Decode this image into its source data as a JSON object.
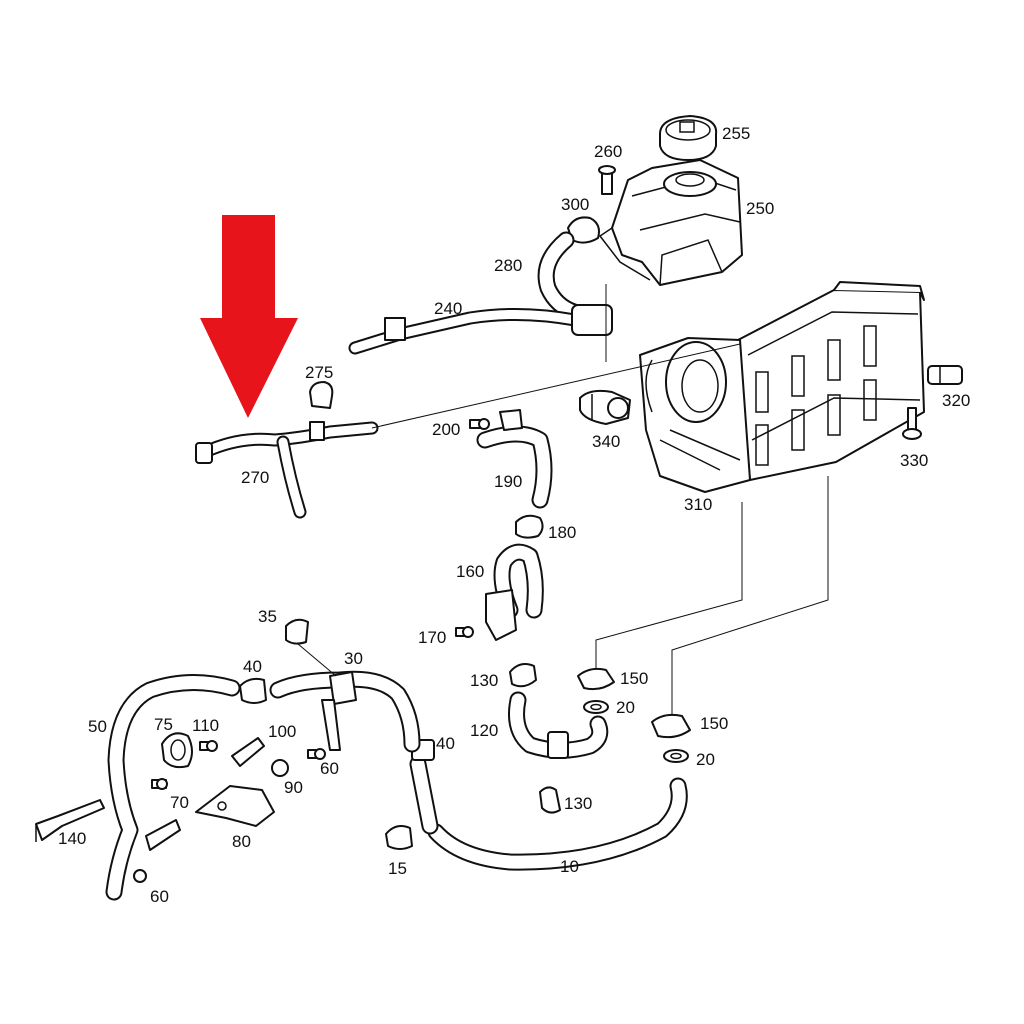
{
  "callouts": [
    {
      "id": "c255",
      "text": "255"
    },
    {
      "id": "c260",
      "text": "260"
    },
    {
      "id": "c250",
      "text": "250"
    },
    {
      "id": "c300",
      "text": "300"
    },
    {
      "id": "c280",
      "text": "280"
    },
    {
      "id": "c240",
      "text": "240"
    },
    {
      "id": "c275",
      "text": "275"
    },
    {
      "id": "c270",
      "text": "270"
    },
    {
      "id": "c200",
      "text": "200"
    },
    {
      "id": "c340",
      "text": "340"
    },
    {
      "id": "c190",
      "text": "190"
    },
    {
      "id": "c320",
      "text": "320"
    },
    {
      "id": "c330",
      "text": "330"
    },
    {
      "id": "c310",
      "text": "310"
    },
    {
      "id": "c180",
      "text": "180"
    },
    {
      "id": "c160",
      "text": "160"
    },
    {
      "id": "c170",
      "text": "170"
    },
    {
      "id": "c35",
      "text": "35"
    },
    {
      "id": "c30",
      "text": "30"
    },
    {
      "id": "c40a",
      "text": "40"
    },
    {
      "id": "c130a",
      "text": "130"
    },
    {
      "id": "c150a",
      "text": "150"
    },
    {
      "id": "c20a",
      "text": "20"
    },
    {
      "id": "c120",
      "text": "120"
    },
    {
      "id": "c150b",
      "text": "150"
    },
    {
      "id": "c20b",
      "text": "20"
    },
    {
      "id": "c50",
      "text": "50"
    },
    {
      "id": "c75",
      "text": "75"
    },
    {
      "id": "c110",
      "text": "110"
    },
    {
      "id": "c100",
      "text": "100"
    },
    {
      "id": "c40b",
      "text": "40"
    },
    {
      "id": "c60a",
      "text": "60"
    },
    {
      "id": "c90",
      "text": "90"
    },
    {
      "id": "c70",
      "text": "70"
    },
    {
      "id": "c130b",
      "text": "130"
    },
    {
      "id": "c140",
      "text": "140"
    },
    {
      "id": "c80",
      "text": "80"
    },
    {
      "id": "c15",
      "text": "15"
    },
    {
      "id": "c10",
      "text": "10"
    },
    {
      "id": "c60b",
      "text": "60"
    }
  ],
  "highlight_arrow": {
    "color": "#e8141b"
  }
}
